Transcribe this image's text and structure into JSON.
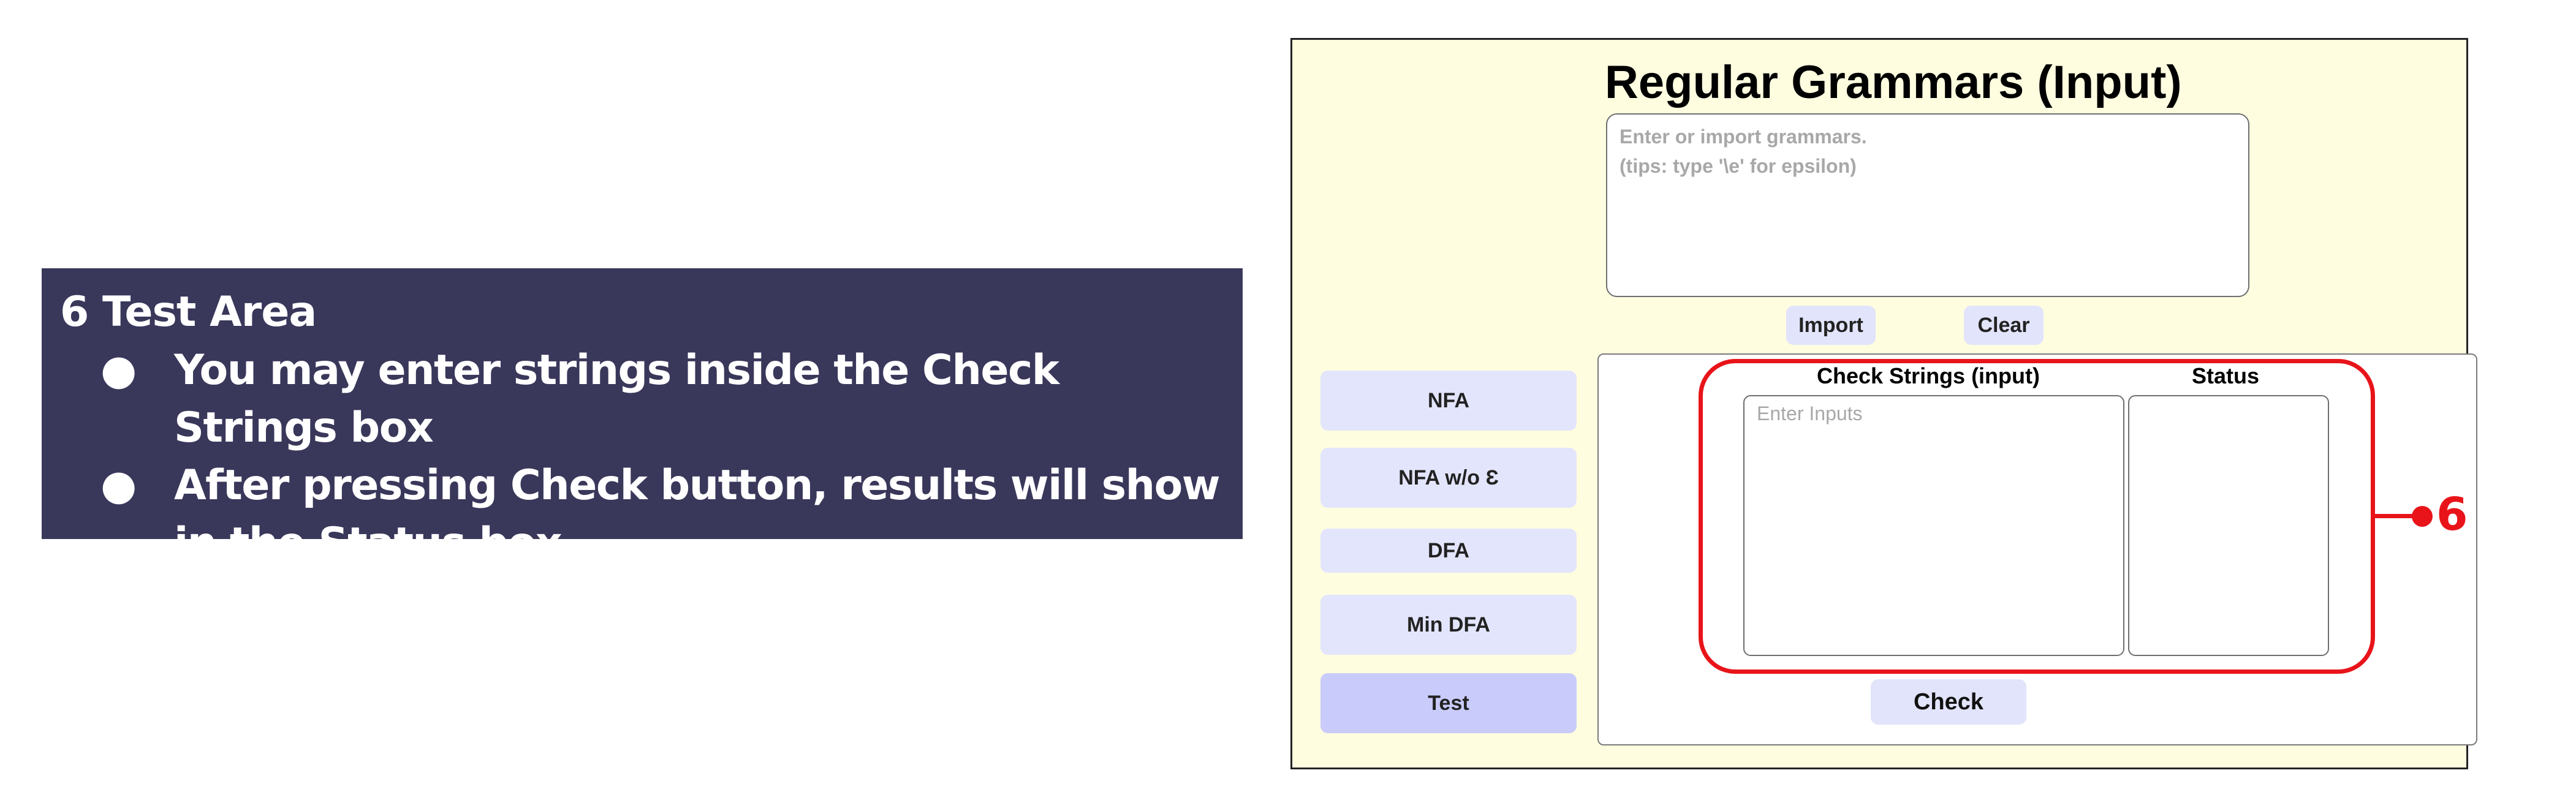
{
  "callout": {
    "title": "6 Test Area",
    "bullet_glyph": "●",
    "items": [
      {
        "text": "You may enter strings inside the Check Strings box"
      },
      {
        "text": "After pressing Check button, results will show in the Status box"
      }
    ]
  },
  "app": {
    "title": "Regular Grammars (Input)",
    "grammar_input": {
      "value": "",
      "placeholder": "Enter or import grammars.\n(tips: type '\\e' for epsilon)"
    },
    "import_label": "Import",
    "clear_label": "Clear",
    "nav": {
      "nfa": "NFA",
      "nfa_wo_epsilon": "NFA w/o Ɛ",
      "dfa": "DFA",
      "min_dfa": "Min DFA",
      "test": "Test"
    },
    "test_panel": {
      "check_strings_label": "Check Strings (input)",
      "status_label": "Status",
      "strings_input": {
        "value": "",
        "placeholder": "Enter Inputs"
      },
      "status_text": "",
      "check_label": "Check"
    }
  },
  "annotation": {
    "number": "6",
    "color": "#e8141a"
  },
  "colors": {
    "callout_bg": "#39375a",
    "app_bg": "#fffde0",
    "button_bg": "#e2e4fb",
    "active_nav_bg": "#c9ccfa"
  }
}
